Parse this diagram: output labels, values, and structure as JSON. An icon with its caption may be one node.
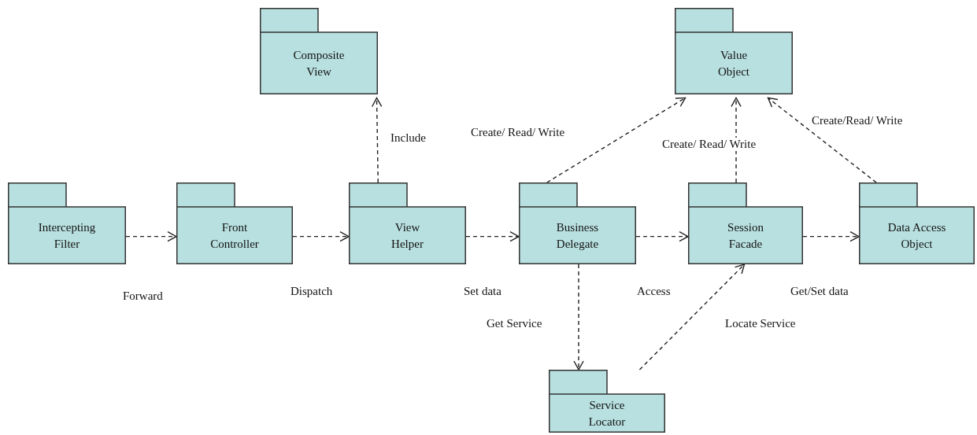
{
  "diagram": {
    "nodes": [
      {
        "text": [
          "Intercepting Filter"
        ]
      },
      {
        "text": [
          "Front Controller"
        ]
      },
      {
        "text": [
          "View Helper"
        ]
      },
      {
        "text": [
          "Business Delegate"
        ]
      },
      {
        "text": [
          "Session Facade"
        ]
      },
      {
        "text": [
          "Data Access Object"
        ]
      },
      {
        "text": [
          "Composite View"
        ]
      },
      {
        "text": [
          "Value Object"
        ]
      },
      {
        "text": [
          "Service Locator"
        ]
      }
    ],
    "edges": [
      {
        "from": 0,
        "to": 1,
        "arrow": "to",
        "label": "Forward",
        "style": "dashed"
      },
      {
        "from": 1,
        "to": 2,
        "arrow": "to",
        "label": "Dispatch",
        "style": "dashed"
      },
      {
        "from": 2,
        "to": 3,
        "arrow": "to",
        "label": "Set data",
        "style": "dashed"
      },
      {
        "from": 3,
        "to": 4,
        "arrow": "to",
        "label": "Access",
        "style": "dashed"
      },
      {
        "from": 4,
        "to": 5,
        "arrow": "to",
        "label": "Get/Set data",
        "style": "dashed"
      },
      {
        "from": 2,
        "to": 6,
        "arrow": "to",
        "label": "Include",
        "style": "dashed"
      },
      {
        "from": 3,
        "to": 7,
        "arrow": "to",
        "label": "Create/ Read/ Write",
        "style": "dashed"
      },
      {
        "from": 4,
        "to": 7,
        "arrow": "to",
        "label": "Create/ Read/ Write",
        "style": "dashed"
      },
      {
        "from": 5,
        "to": 7,
        "arrow": "to",
        "label": "Create/Read/ Write",
        "style": "dashed"
      },
      {
        "from": 3,
        "to": 8,
        "arrow": "to",
        "label": "Get Service",
        "style": "dashed"
      },
      {
        "from": 8,
        "to": 4,
        "arrow": "to",
        "label": "Locate Service",
        "style": "dashed"
      }
    ]
  }
}
